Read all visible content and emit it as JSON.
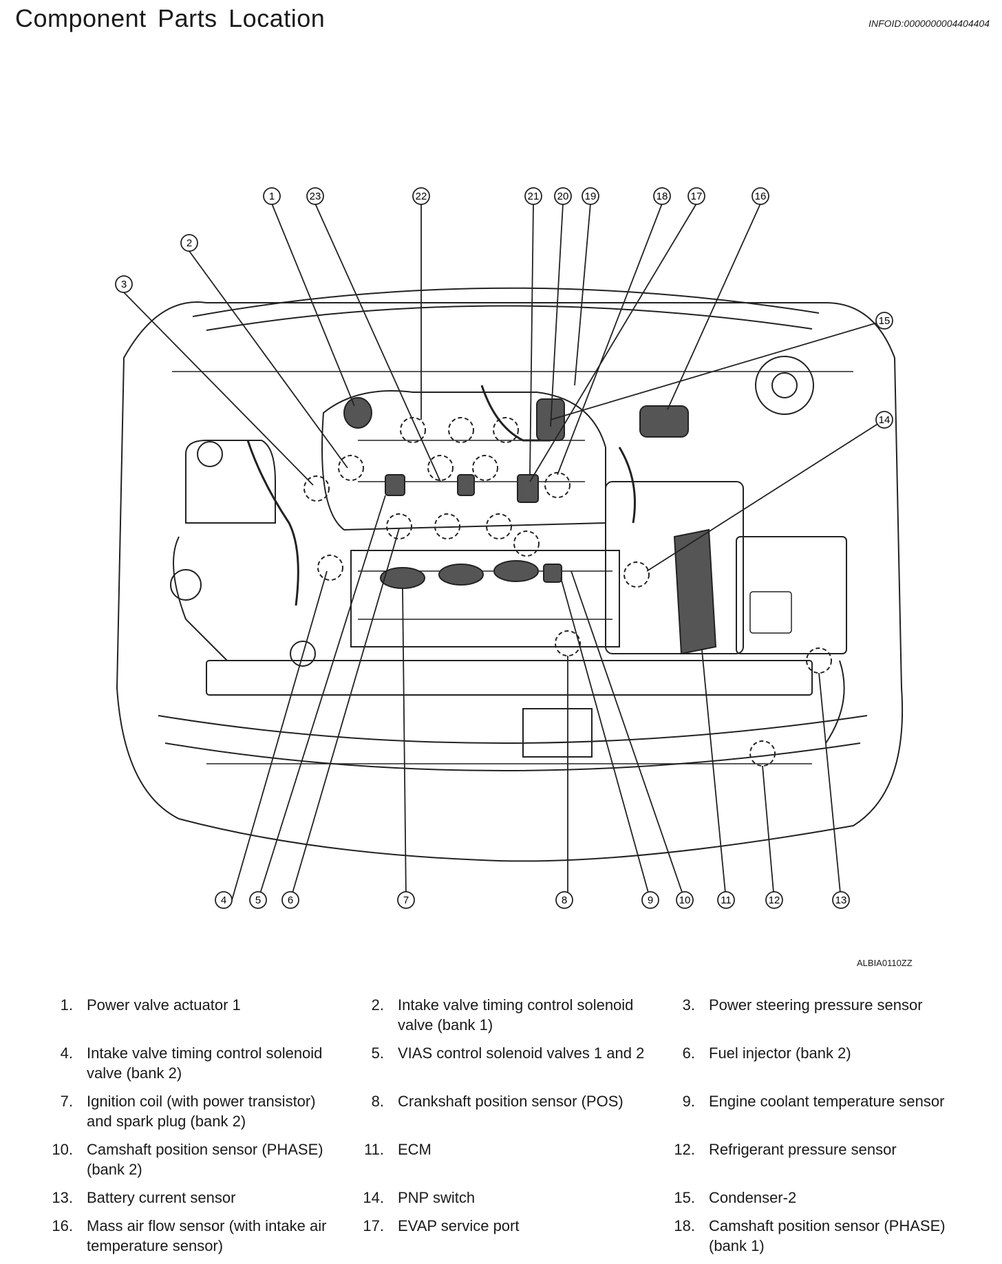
{
  "header": {
    "title": "Component Parts Location",
    "infoid": "INFOID:0000000004404404"
  },
  "figure": {
    "code": "ALBIA0110ZZ",
    "callouts": [
      "1",
      "2",
      "3",
      "4",
      "5",
      "6",
      "7",
      "8",
      "9",
      "10",
      "11",
      "12",
      "13",
      "14",
      "15",
      "16",
      "17",
      "18",
      "19",
      "20",
      "21",
      "22",
      "23"
    ]
  },
  "legend": [
    {
      "num": "1.",
      "text": "Power valve actuator 1"
    },
    {
      "num": "2.",
      "text": "Intake valve timing control solenoid valve (bank 1)"
    },
    {
      "num": "3.",
      "text": "Power steering pressure sensor"
    },
    {
      "num": "4.",
      "text": "Intake valve timing control solenoid valve (bank 2)"
    },
    {
      "num": "5.",
      "text": "VIAS control solenoid valves 1 and 2"
    },
    {
      "num": "6.",
      "text": "Fuel injector (bank 2)"
    },
    {
      "num": "7.",
      "text": "Ignition coil (with power transistor) and spark plug (bank 2)"
    },
    {
      "num": "8.",
      "text": "Crankshaft position sensor (POS)"
    },
    {
      "num": "9.",
      "text": "Engine coolant temperature sensor"
    },
    {
      "num": "10.",
      "text": "Camshaft position sensor (PHASE) (bank 2)"
    },
    {
      "num": "11.",
      "text": "ECM"
    },
    {
      "num": "12.",
      "text": "Refrigerant pressure sensor"
    },
    {
      "num": "13.",
      "text": "Battery current sensor"
    },
    {
      "num": "14.",
      "text": "PNP switch"
    },
    {
      "num": "15.",
      "text": "Condenser-2"
    },
    {
      "num": "16.",
      "text": "Mass air flow sensor (with intake air temperature sensor)"
    },
    {
      "num": "17.",
      "text": "EVAP service port"
    },
    {
      "num": "18.",
      "text": "Camshaft position sensor (PHASE) (bank 1)"
    }
  ]
}
